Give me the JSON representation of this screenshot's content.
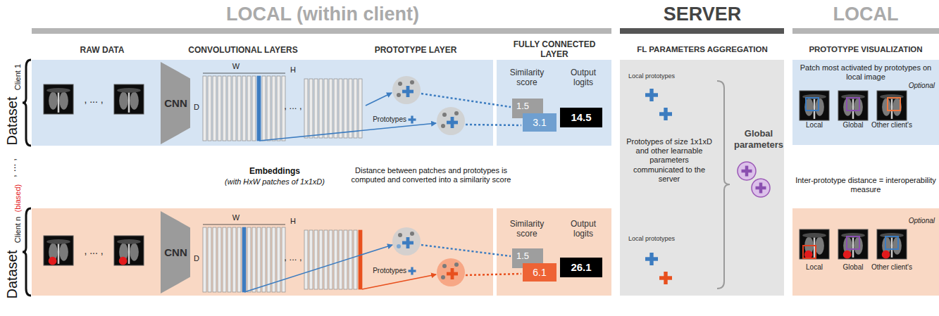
{
  "diagram": {
    "nodes": [
      {
        "text": [
          "CNN"
        ]
      },
      {
        "text": [
          "1.5"
        ]
      },
      {
        "text": [
          "3.1"
        ]
      },
      {
        "text": [
          "14.5"
        ]
      },
      {
        "text": [
          "CNN"
        ]
      },
      {
        "text": [
          "1.5"
        ]
      },
      {
        "text": [
          "6.1"
        ]
      },
      {
        "text": [
          "26.1"
        ]
      },
      {
        "text": [
          "Local prototypes",
          "Prototypes of size 1x1xD and other learnable parameters communicated to the server",
          "Local prototypes"
        ]
      },
      {
        "text": [
          "Global parameters"
        ],
        "in": 8
      },
      {
        "text": [
          "Patch most activated by prototypes on local image",
          "Optional",
          "Local",
          "Global",
          "Other client's"
        ]
      },
      {
        "text": [
          "Optional",
          "Local",
          "Global",
          "Other client's"
        ]
      }
    ],
    "labels": [
      "LOCAL (within client)",
      "SERVER",
      "LOCAL",
      "RAW DATA",
      "CONVOLUTIONAL LAYERS",
      "PROTOTYPE LAYER",
      "FULLY CONNECTED LAYER",
      "FL PARAMETERS AGGREGATION",
      "PROTOTYPE VISUALIZATION",
      "Dataset",
      "Client 1",
      ", ... ,",
      "W",
      "H",
      "D",
      ", ... ,",
      "Prototypes",
      "Similarity score",
      "Output logits",
      ", ... ,",
      "Embeddings",
      "(with HxW patches of 1x1xD)",
      "Distance between patches and prototypes is computed and converted into a similarity score",
      "Inter-prototype distance = interoperability measure",
      "Dataset",
      "Client n",
      "(biased)",
      ", ... ,",
      "W",
      "H",
      "D",
      ", ... ,",
      "Prototypes",
      "Similarity score",
      "Output logits"
    ]
  }
}
